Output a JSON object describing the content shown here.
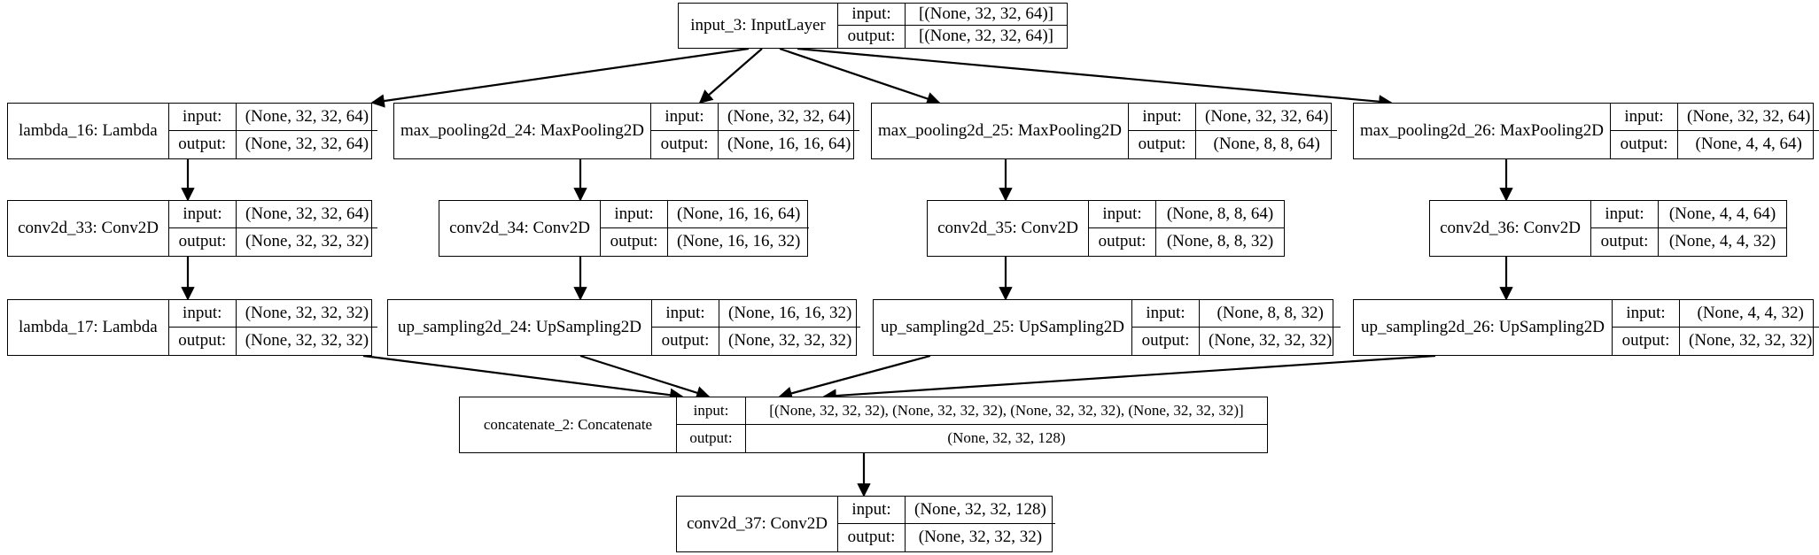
{
  "graph": {
    "type": "keras-model-plot",
    "background_color": "#ffffff",
    "box_border_color": "#000000",
    "edge_color": "#000000",
    "io_labels": {
      "input": "input:",
      "output": "output:"
    },
    "nodes": [
      {
        "id": "input_3",
        "name": "input_3: InputLayer",
        "input": "[(None, 32, 32, 64)]",
        "output": "[(None, 32, 32, 64)]"
      },
      {
        "id": "lambda_16",
        "name": "lambda_16: Lambda",
        "input": "(None, 32, 32, 64)",
        "output": "(None, 32, 32, 64)"
      },
      {
        "id": "max_pooling2d_24",
        "name": "max_pooling2d_24: MaxPooling2D",
        "input": "(None, 32, 32, 64)",
        "output": "(None, 16, 16, 64)"
      },
      {
        "id": "max_pooling2d_25",
        "name": "max_pooling2d_25: MaxPooling2D",
        "input": "(None, 32, 32, 64)",
        "output": "(None, 8, 8, 64)"
      },
      {
        "id": "max_pooling2d_26",
        "name": "max_pooling2d_26: MaxPooling2D",
        "input": "(None, 32, 32, 64)",
        "output": "(None, 4, 4, 64)"
      },
      {
        "id": "conv2d_33",
        "name": "conv2d_33: Conv2D",
        "input": "(None, 32, 32, 64)",
        "output": "(None, 32, 32, 32)"
      },
      {
        "id": "conv2d_34",
        "name": "conv2d_34: Conv2D",
        "input": "(None, 16, 16, 64)",
        "output": "(None, 16, 16, 32)"
      },
      {
        "id": "conv2d_35",
        "name": "conv2d_35: Conv2D",
        "input": "(None, 8, 8, 64)",
        "output": "(None, 8, 8, 32)"
      },
      {
        "id": "conv2d_36",
        "name": "conv2d_36: Conv2D",
        "input": "(None, 4, 4, 64)",
        "output": "(None, 4, 4, 32)"
      },
      {
        "id": "lambda_17",
        "name": "lambda_17: Lambda",
        "input": "(None, 32, 32, 32)",
        "output": "(None, 32, 32, 32)"
      },
      {
        "id": "up_sampling2d_24",
        "name": "up_sampling2d_24: UpSampling2D",
        "input": "(None, 16, 16, 32)",
        "output": "(None, 32, 32, 32)"
      },
      {
        "id": "up_sampling2d_25",
        "name": "up_sampling2d_25: UpSampling2D",
        "input": "(None, 8, 8, 32)",
        "output": "(None, 32, 32, 32)"
      },
      {
        "id": "up_sampling2d_26",
        "name": "up_sampling2d_26: UpSampling2D",
        "input": "(None, 4, 4, 32)",
        "output": "(None, 32, 32, 32)"
      },
      {
        "id": "concatenate_2",
        "name": "concatenate_2: Concatenate",
        "input": "[(None, 32, 32, 32), (None, 32, 32, 32), (None, 32, 32, 32), (None, 32, 32, 32)]",
        "output": "(None, 32, 32, 128)"
      },
      {
        "id": "conv2d_37",
        "name": "conv2d_37: Conv2D",
        "input": "(None, 32, 32, 128)",
        "output": "(None, 32, 32, 32)"
      }
    ],
    "edges": [
      {
        "from": "input_3",
        "to": "lambda_16"
      },
      {
        "from": "input_3",
        "to": "max_pooling2d_24"
      },
      {
        "from": "input_3",
        "to": "max_pooling2d_25"
      },
      {
        "from": "input_3",
        "to": "max_pooling2d_26"
      },
      {
        "from": "lambda_16",
        "to": "conv2d_33"
      },
      {
        "from": "max_pooling2d_24",
        "to": "conv2d_34"
      },
      {
        "from": "max_pooling2d_25",
        "to": "conv2d_35"
      },
      {
        "from": "max_pooling2d_26",
        "to": "conv2d_36"
      },
      {
        "from": "conv2d_33",
        "to": "lambda_17"
      },
      {
        "from": "conv2d_34",
        "to": "up_sampling2d_24"
      },
      {
        "from": "conv2d_35",
        "to": "up_sampling2d_25"
      },
      {
        "from": "conv2d_36",
        "to": "up_sampling2d_26"
      },
      {
        "from": "lambda_17",
        "to": "concatenate_2"
      },
      {
        "from": "up_sampling2d_24",
        "to": "concatenate_2"
      },
      {
        "from": "up_sampling2d_25",
        "to": "concatenate_2"
      },
      {
        "from": "up_sampling2d_26",
        "to": "concatenate_2"
      },
      {
        "from": "concatenate_2",
        "to": "conv2d_37"
      }
    ]
  }
}
